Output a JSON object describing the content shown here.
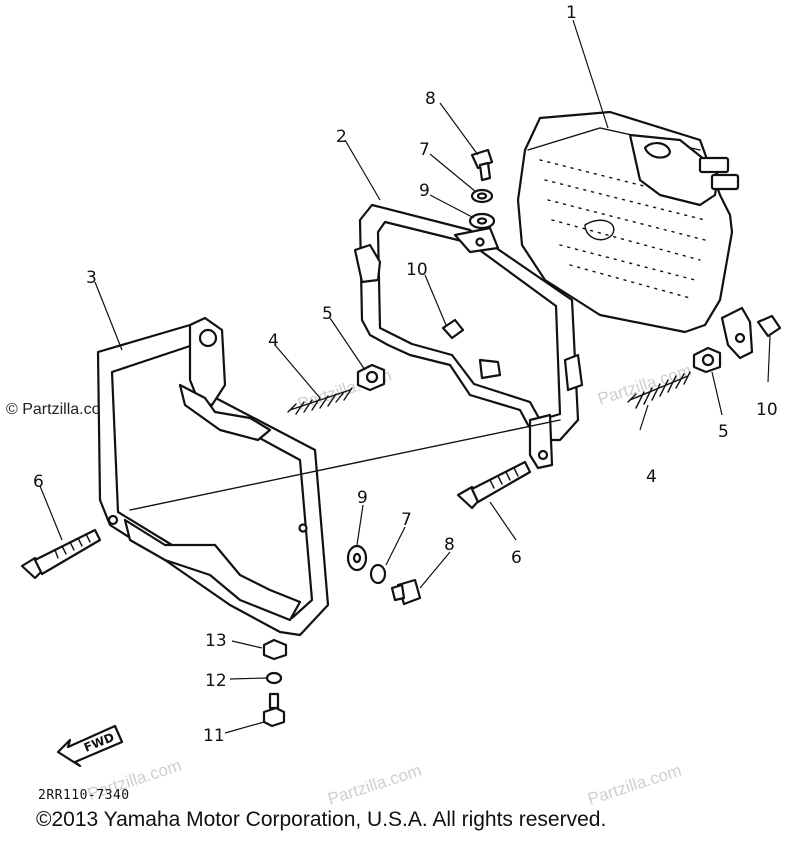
{
  "watermark": "© Partzilla.com",
  "watermark_light": "Partzilla.com",
  "callouts": {
    "c1": "1",
    "c2": "2",
    "c3": "3",
    "c4a": "4",
    "c4b": "4",
    "c5a": "5",
    "c5b": "5",
    "c6a": "6",
    "c6b": "6",
    "c7a": "7",
    "c7b": "7",
    "c8a": "8",
    "c8b": "8",
    "c9a": "9",
    "c9b": "9",
    "c10a": "10",
    "c10b": "10",
    "c11": "11",
    "c12": "12",
    "c13": "13"
  },
  "fwd_label": "FWD",
  "diagram_code": "2RR110-7340",
  "copyright": "©2013 Yamaha Motor Corporation, U.S.A. All rights reserved."
}
